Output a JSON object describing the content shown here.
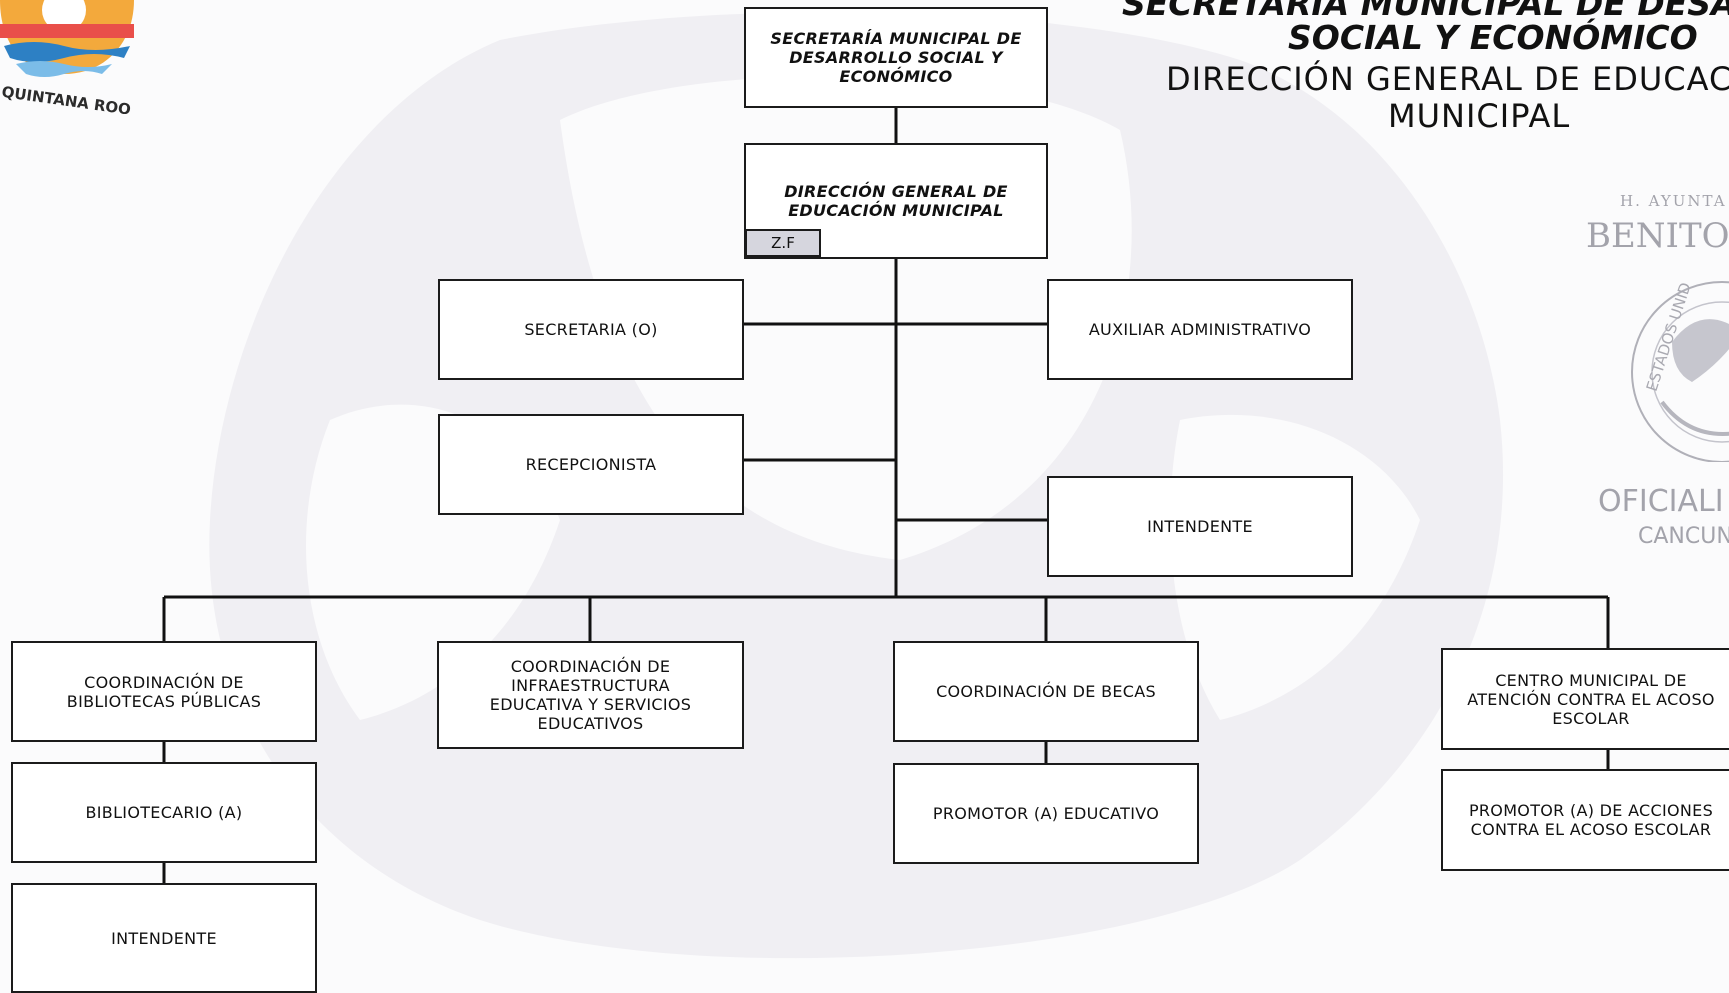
{
  "header": {
    "line1": "SECRETARÍA MUNICIPAL DE DESARR",
    "line2": "SOCIAL Y ECONÓMICO",
    "line3": "DIRECCIÓN GENERAL DE EDUCAC",
    "line4": "MUNICIPAL"
  },
  "logo": {
    "text": "QUINTANA ROO",
    "colors": {
      "red": "#e94f4a",
      "orange": "#f3a93c",
      "blue": "#2d80c4",
      "light_blue": "#7bbce8"
    }
  },
  "stamp": {
    "line1": "H. AYUNTA",
    "line2": "BENITO",
    "line3": "OFICIALI",
    "line4": "CANCUN",
    "seal_text": "ESTADOS UNID"
  },
  "org": {
    "secretaria_municipal": "SECRETARÍA MUNICIPAL DE\nDESARROLLO SOCIAL Y\nECONÓMICO",
    "direccion_general": "DIRECCIÓN GENERAL DE\nEDUCACIÓN MUNICIPAL",
    "zf_tag": "Z.F",
    "secretaria": "SECRETARIA (O)",
    "auxiliar_administrativo": "AUXILIAR ADMINISTRATIVO",
    "recepcionista": "RECEPCIONISTA",
    "intendente_top": "INTENDENTE",
    "coord_bibliotecas": "COORDINACIÓN DE\nBIBLIOTECAS PÚBLICAS",
    "bibliotecario": "BIBLIOTECARIO (A)",
    "intendente_bottom": "INTENDENTE",
    "coord_infraestructura": "COORDINACIÓN DE\nINFRAESTRUCTURA\nEDUCATIVA Y SERVICIOS\nEDUCATIVOS",
    "coord_becas": "COORDINACIÓN DE BECAS",
    "promotor_educativo": "PROMOTOR (A)  EDUCATIVO",
    "centro_acoso": "CENTRO MUNICIPAL DE\nATENCIÓN CONTRA EL ACOSO\nESCOLAR",
    "promotor_acoso": "PROMOTOR (A) DE ACCIONES\nCONTRA EL ACOSO ESCOLAR"
  }
}
